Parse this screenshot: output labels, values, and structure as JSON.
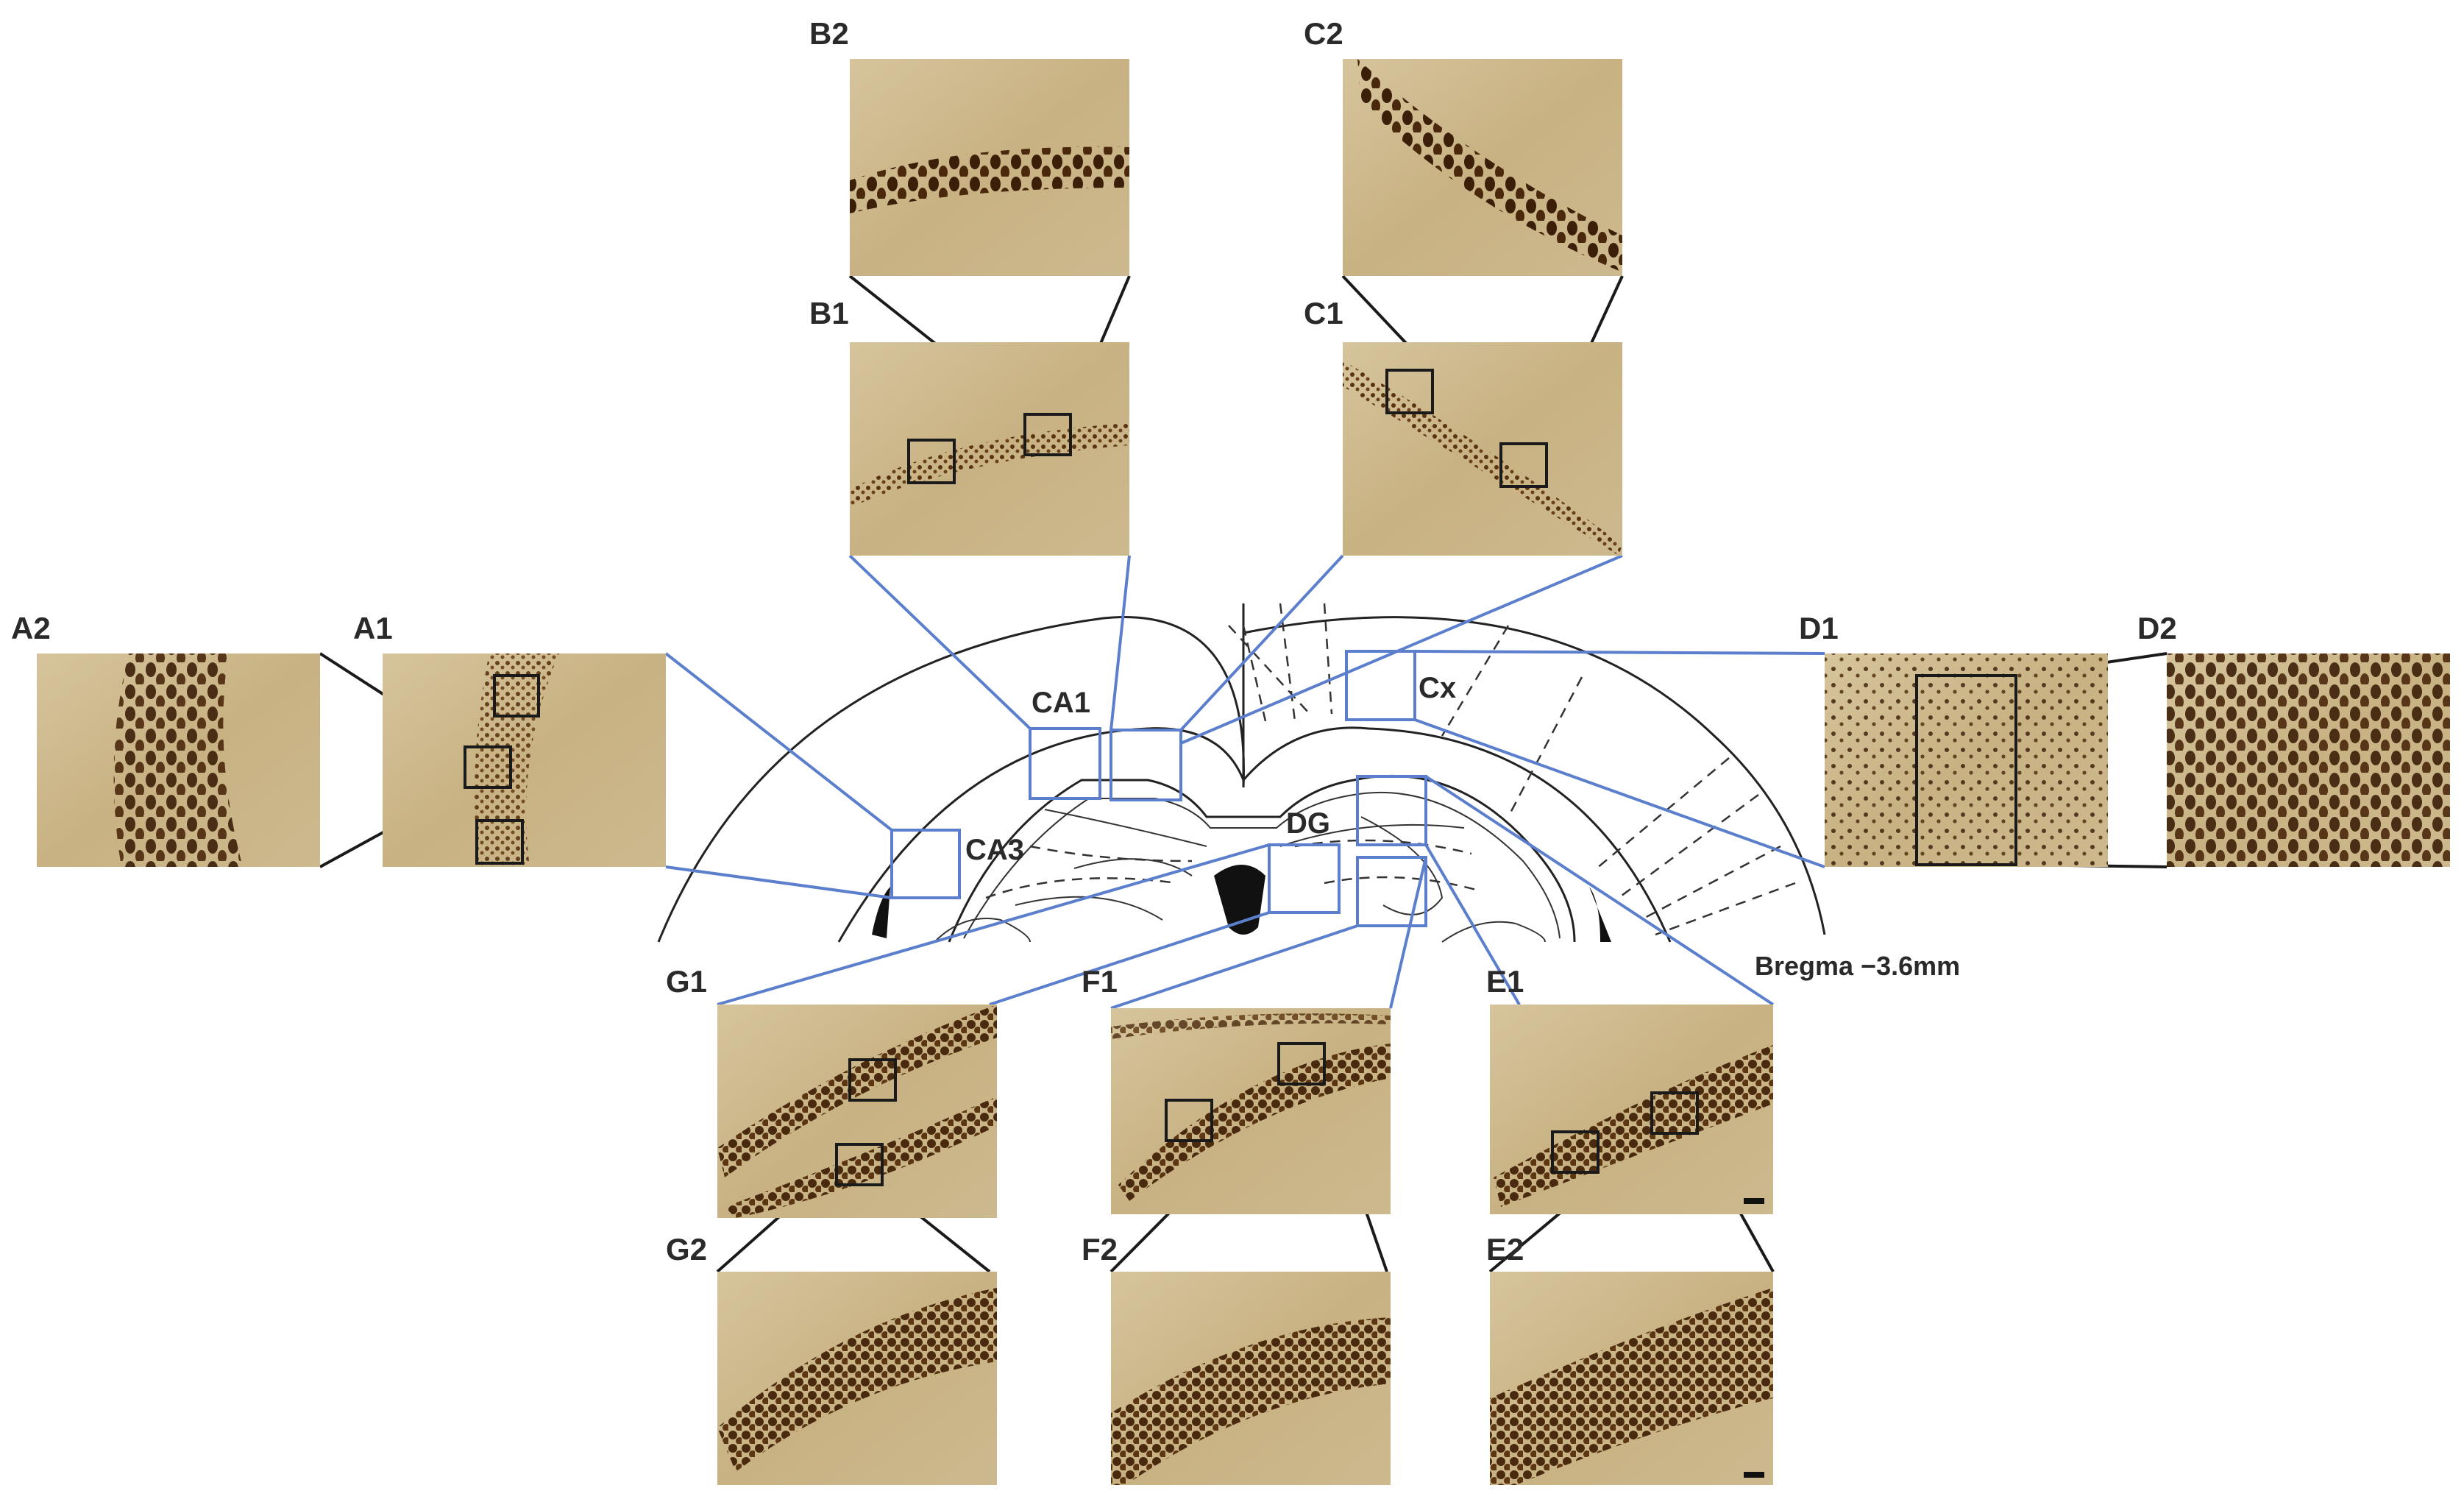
{
  "panels": {
    "A1": "A1",
    "A2": "A2",
    "B1": "B1",
    "B2": "B2",
    "C1": "C1",
    "C2": "C2",
    "D1": "D1",
    "D2": "D2",
    "E1": "E1",
    "E2": "E2",
    "F1": "F1",
    "F2": "F2",
    "G1": "G1",
    "G2": "G2"
  },
  "regions": {
    "ca1": "CA1",
    "ca3": "CA3",
    "cx": "Cx",
    "dg": "DG"
  },
  "bregma": "Bregma −3.6mm",
  "colors": {
    "stain_background": "#c9b48a",
    "stain_cells": "#4a2a10",
    "callout_lines": "#5b7fcc",
    "zoom_lines": "#1a1a1a"
  }
}
